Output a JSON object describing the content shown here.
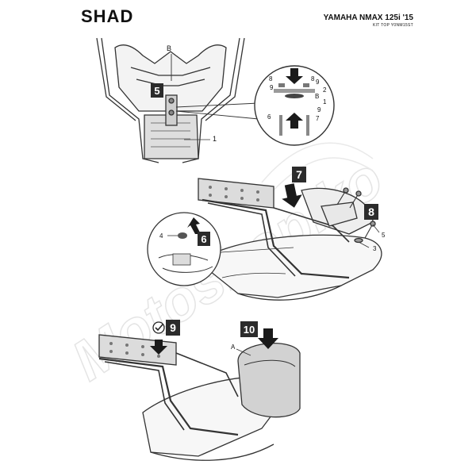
{
  "header": {
    "brand": "SHAD",
    "model": "YAMAHA NMAX 125i '15",
    "kit_code": "KIT TOP Y0NM15ST"
  },
  "watermark": {
    "text": "Motoshop.ko"
  },
  "steps": [
    {
      "number": "5"
    },
    {
      "number": "6"
    },
    {
      "number": "7"
    },
    {
      "number": "8"
    },
    {
      "number": "9"
    },
    {
      "number": "10"
    }
  ],
  "callouts": {
    "part_1": "1",
    "part_2": "2",
    "part_3": "3",
    "part_4": "4",
    "part_5": "5",
    "part_6": "6",
    "part_7": "7",
    "part_8": "8",
    "part_9": "9",
    "point_A": "A",
    "point_B": "B"
  },
  "check_icon": "check-icon",
  "colors": {
    "step_box": "#2b2b2b",
    "line": "#333333",
    "plate_fill": "#dcdcdc",
    "watermark": "#d9d9d9"
  }
}
